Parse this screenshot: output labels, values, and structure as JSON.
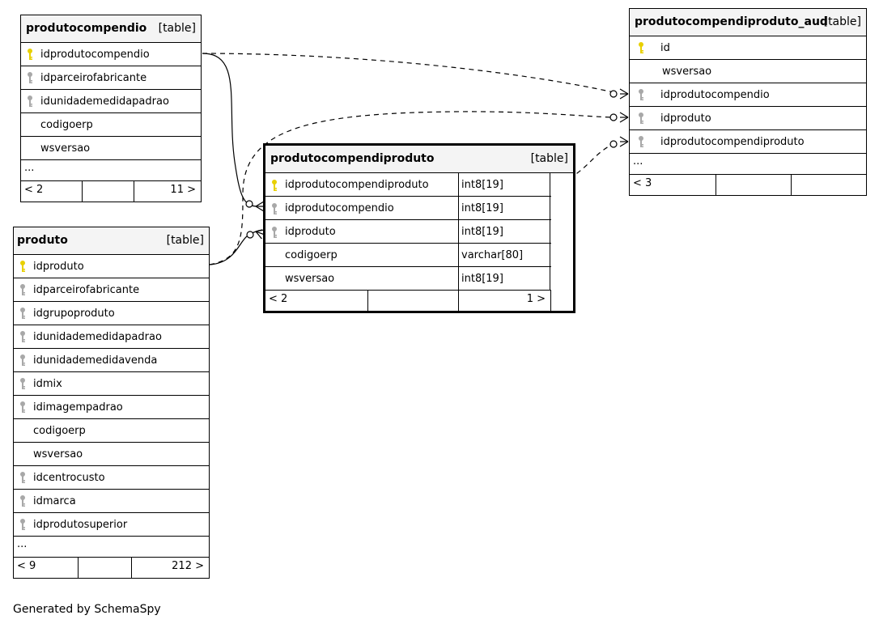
{
  "tables": {
    "produtocompendio": {
      "name": "produtocompendio",
      "type": "[table]",
      "columns": [
        {
          "name": "idprodutocompendio",
          "key": "primary"
        },
        {
          "name": "idparceirofabricante",
          "key": "foreign"
        },
        {
          "name": "idunidademedidapadrao",
          "key": "foreign"
        },
        {
          "name": "codigoerp",
          "key": ""
        },
        {
          "name": "wsversao",
          "key": ""
        }
      ],
      "more": "...",
      "parents": "< 2",
      "children": "11 >"
    },
    "produto": {
      "name": "produto",
      "type": "[table]",
      "columns": [
        {
          "name": "idproduto",
          "key": "primary"
        },
        {
          "name": "idparceirofabricante",
          "key": "foreign"
        },
        {
          "name": "idgrupoproduto",
          "key": "foreign"
        },
        {
          "name": "idunidademedidapadrao",
          "key": "foreign"
        },
        {
          "name": "idunidademedidavenda",
          "key": "foreign"
        },
        {
          "name": "idmix",
          "key": "foreign"
        },
        {
          "name": "idimagempadrao",
          "key": "foreign"
        },
        {
          "name": "codigoerp",
          "key": ""
        },
        {
          "name": "wsversao",
          "key": ""
        },
        {
          "name": "idcentrocusto",
          "key": "foreign"
        },
        {
          "name": "idmarca",
          "key": "foreign"
        },
        {
          "name": "idprodutosuperior",
          "key": "foreign"
        }
      ],
      "more": "...",
      "parents": "< 9",
      "children": "212 >"
    },
    "produtocompendiproduto": {
      "name": "produtocompendiproduto",
      "type": "[table]",
      "columns": [
        {
          "name": "idprodutocompendiproduto",
          "key": "primary",
          "type": "int8[19]"
        },
        {
          "name": "idprodutocompendio",
          "key": "foreign",
          "type": "int8[19]"
        },
        {
          "name": "idproduto",
          "key": "foreign",
          "type": "int8[19]"
        },
        {
          "name": "codigoerp",
          "key": "",
          "type": "varchar[80]"
        },
        {
          "name": "wsversao",
          "key": "",
          "type": "int8[19]"
        }
      ],
      "parents": "< 2",
      "children": "1 >"
    },
    "produtocompendiproduto_aud": {
      "name": "produtocompendiproduto_aud",
      "type": "[table]",
      "columns": [
        {
          "name": "id",
          "key": "primary"
        },
        {
          "name": "wsversao",
          "key": ""
        },
        {
          "name": "idprodutocompendio",
          "key": "foreign"
        },
        {
          "name": "idproduto",
          "key": "foreign"
        },
        {
          "name": "idprodutocompendiproduto",
          "key": "foreign"
        }
      ],
      "more": "...",
      "parents": "< 3"
    }
  },
  "colors": {
    "primary_key": "#e8d000",
    "foreign_key": "#a8a8a8",
    "header_bg": "#f4f4f4"
  },
  "footer": "Generated by SchemaSpy"
}
